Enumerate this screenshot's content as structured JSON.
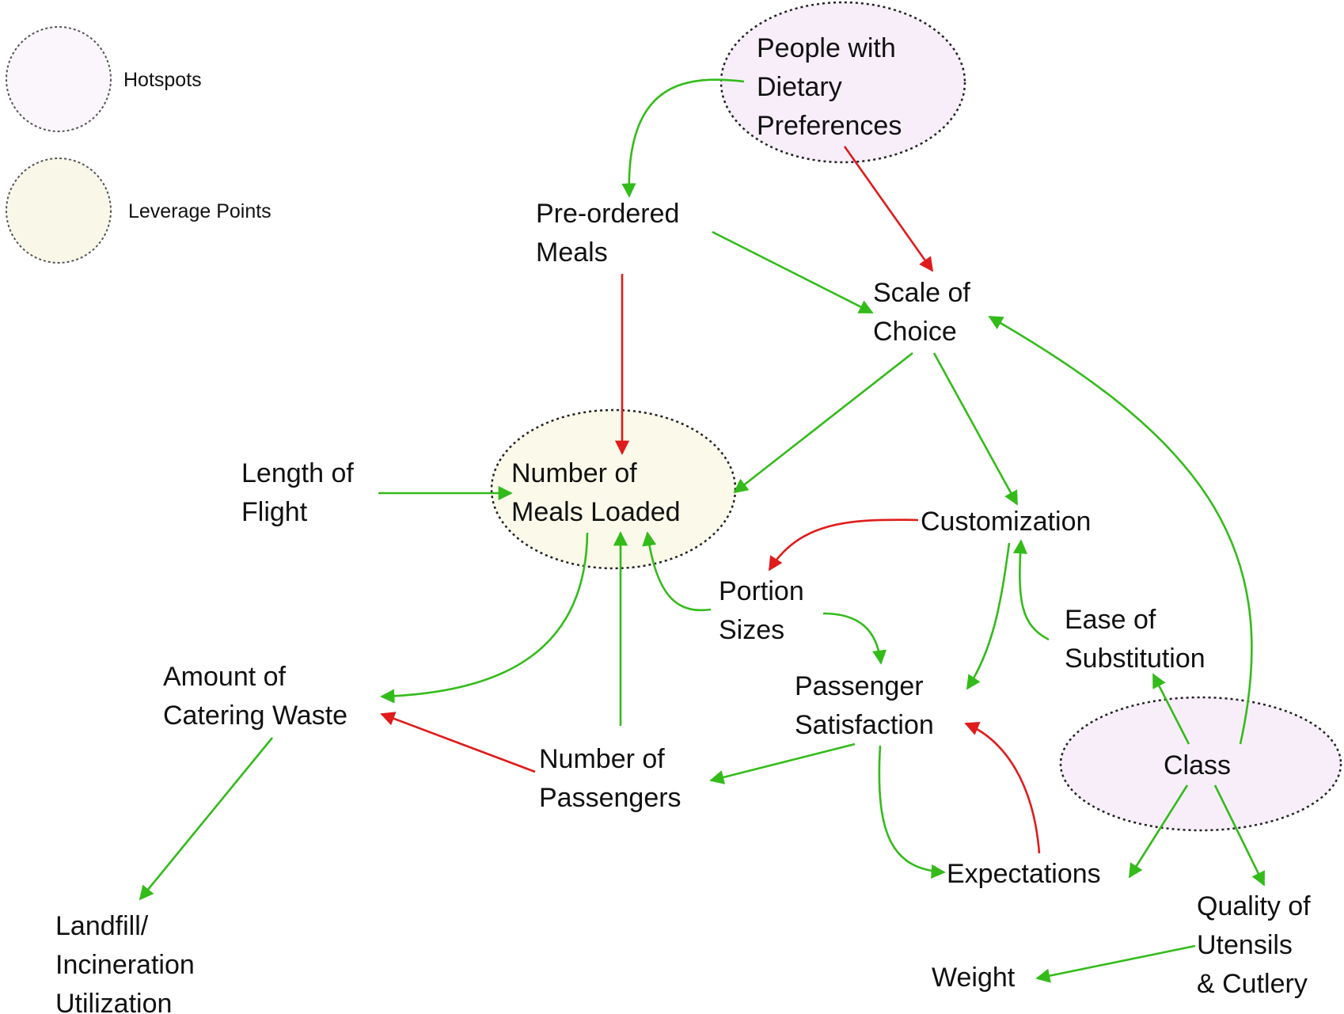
{
  "legend": {
    "hotspots": {
      "label": "Hotspots",
      "color": "#fbf6fb"
    },
    "leverage": {
      "label": "Leverage Points",
      "color": "#f9f8e8"
    }
  },
  "colors": {
    "positive": "#33bb1a",
    "negative": "#e01b1b",
    "hotspot_fill": "#f7eefa",
    "leverage_fill": "#fbfaea"
  },
  "nodes": {
    "people": [
      "People with",
      "Dietary",
      "Preferences"
    ],
    "preordered": [
      "Pre-ordered",
      "Meals"
    ],
    "scale": [
      "Scale of",
      "Choice"
    ],
    "length": [
      "Length of",
      "Flight"
    ],
    "meals_loaded": [
      "Number of",
      "Meals Loaded"
    ],
    "customization": [
      "Customization"
    ],
    "portion": [
      "Portion",
      "Sizes"
    ],
    "ease": [
      "Ease of",
      "Substitution"
    ],
    "amount_waste": [
      "Amount of",
      "Catering Waste"
    ],
    "satisfaction": [
      "Passenger",
      "Satisfaction"
    ],
    "num_passengers": [
      "Number of",
      "Passengers"
    ],
    "class": [
      "Class"
    ],
    "expectations": [
      "Expectations"
    ],
    "landfill": [
      "Landfill/",
      "Incineration",
      "Utilization"
    ],
    "quality": [
      "Quality of",
      "Utensils",
      "& Cutlery"
    ],
    "weight": [
      "Weight"
    ]
  }
}
